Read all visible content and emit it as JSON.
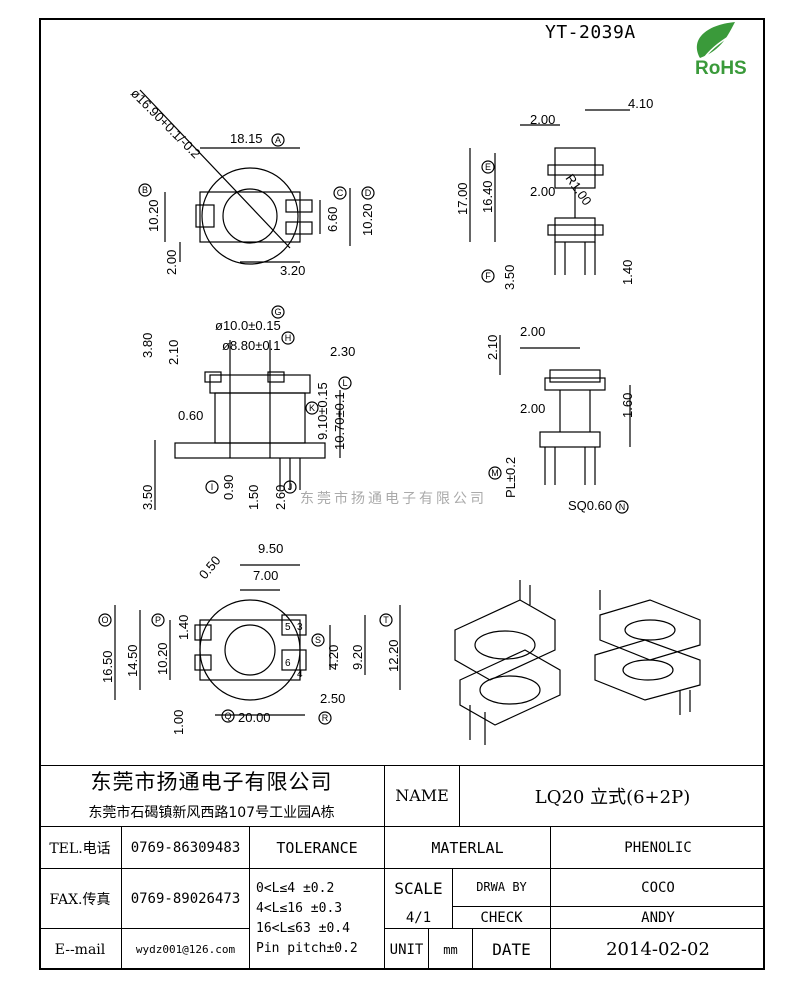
{
  "drawing": {
    "part_number": "YT-2039A",
    "rohs_text": "RoHS",
    "watermark": "东莞市扬通电子有限公司",
    "dimensions": {
      "top_left": [
        "ø16.90+0.1/-0.2",
        "18.15",
        "10.20",
        "2.00",
        "3.20",
        "6.60",
        "10.20"
      ],
      "top_right": [
        "4.10",
        "2.00",
        "17.00",
        "16.40",
        "R1.00",
        "2.00",
        "3.50",
        "1.40"
      ],
      "mid_left": [
        "ø10.0±0.15",
        "ø8.80±0.1",
        "3.80",
        "2.10",
        "2.30",
        "0.60",
        "9.10±0.15",
        "10.70±0.1",
        "3.50",
        "0.90",
        "1.50",
        "2.60"
      ],
      "mid_right": [
        "2.10",
        "2.00",
        "2.00",
        "1.60",
        "PL±0.2",
        "SQ0.60"
      ],
      "bottom": [
        "9.50",
        "0.50",
        "7.00",
        "16.50",
        "14.50",
        "10.20",
        "1.40",
        "4.20",
        "9.20",
        "12.20",
        "2.50",
        "1.00",
        "20.00"
      ]
    },
    "callouts": [
      "A",
      "B",
      "C",
      "D",
      "E",
      "F",
      "G",
      "H",
      "L",
      "K",
      "I",
      "J",
      "M",
      "N",
      "O",
      "P",
      "Q",
      "R",
      "S",
      "T"
    ],
    "pins_top": [
      "5",
      "3"
    ],
    "pins_bottom": [
      "6",
      "4"
    ]
  },
  "title_block": {
    "company": "东莞市扬通电子有限公司",
    "address": "东莞市石碣镇新风西路107号工业园A栋",
    "name_label": "NAME",
    "name_value": "LQ20 立式(6+2P)",
    "tel_label": "TEL.电话",
    "tel_value": "0769-86309483",
    "fax_label": "FAX.传真",
    "fax_value": "0769-89026473",
    "email_label": "E--mail",
    "email_value": "wydz001@126.com",
    "tolerance_label": "TOLERANCE",
    "tolerance_lines": [
      "0<L≤4   ±0.2",
      "4<L≤16  ±0.3",
      "16<L≤63 ±0.4",
      "Pin pitch±0.2"
    ],
    "material_label": "MATERLAL",
    "material_value": "PHENOLIC",
    "scale_label": "SCALE",
    "scale_value": "4/1",
    "drawn_label": "DRWA BY",
    "drawn_value": "COCO",
    "check_label": "CHECK",
    "check_value": "ANDY",
    "unit_label": "UNIT",
    "unit_value": "mm",
    "date_label": "DATE",
    "date_value": "2014-02-02"
  }
}
